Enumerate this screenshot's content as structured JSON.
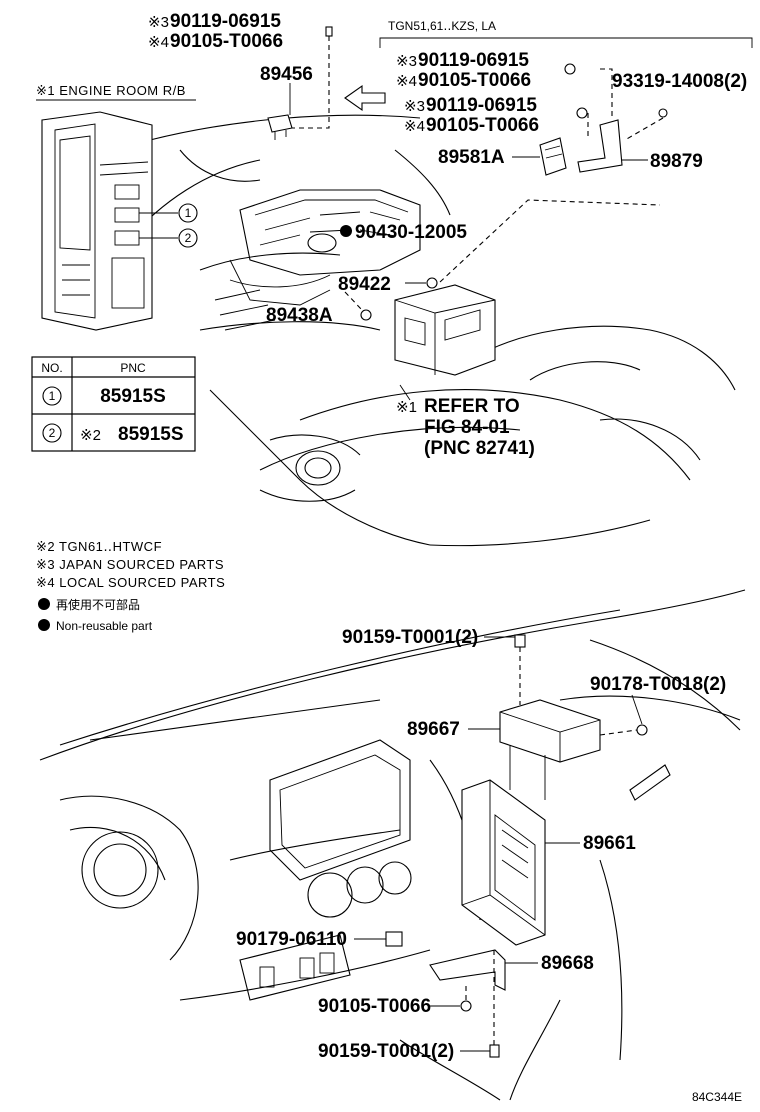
{
  "variant_header": "TGN51,61‥KZS, LA",
  "engine_room_label": "※1 ENGINE ROOM R/B",
  "callouts": [
    {
      "id": "c1",
      "code": "※3",
      "part": "90119-06915"
    },
    {
      "id": "c2",
      "code": "※4",
      "part": "90105-T0066"
    },
    {
      "id": "c3",
      "part": "89456"
    },
    {
      "id": "c4",
      "code": "※3",
      "part": "90119-06915"
    },
    {
      "id": "c5",
      "code": "※4",
      "part": "90105-T0066"
    },
    {
      "id": "c6",
      "part": "93319-14008(2)"
    },
    {
      "id": "c7",
      "code": "※3",
      "part": "90119-06915"
    },
    {
      "id": "c8",
      "code": "※4",
      "part": "90105-T0066"
    },
    {
      "id": "c9",
      "part": "89581A"
    },
    {
      "id": "c10",
      "part": "89879"
    },
    {
      "id": "c11",
      "part": "90430-12005"
    },
    {
      "id": "c12",
      "part": "89422"
    },
    {
      "id": "c13",
      "part": "89438A"
    },
    {
      "id": "c14",
      "part": "90159-T0001(2)"
    },
    {
      "id": "c15",
      "part": "90178-T0018(2)"
    },
    {
      "id": "c16",
      "part": "89667"
    },
    {
      "id": "c17",
      "part": "89661"
    },
    {
      "id": "c18",
      "part": "90179-06110"
    },
    {
      "id": "c19",
      "part": "89668"
    },
    {
      "id": "c20",
      "part": "90105-T0066"
    },
    {
      "id": "c21",
      "part": "90159-T0001(2)"
    }
  ],
  "refer_note": {
    "code": "※1",
    "line1": "REFER TO",
    "line2": "FIG 84-01",
    "line3": "(PNC 82741)"
  },
  "table": {
    "headers": [
      "NO.",
      "PNC"
    ],
    "rows": [
      {
        "no": "1",
        "code": "",
        "pnc": "85915S"
      },
      {
        "no": "2",
        "code": "※2",
        "pnc": "85915S"
      }
    ]
  },
  "fuse_markers": [
    "1",
    "2"
  ],
  "notes": [
    "※2 TGN61‥HTWCF",
    "※3 JAPAN SOURCED PARTS",
    "※4 LOCAL SOURCED PARTS"
  ],
  "legend": [
    {
      "symbol": "filled-circle",
      "text": "再使用不可部品"
    },
    {
      "symbol": "filled-circle",
      "text": "Non-reusable part"
    }
  ],
  "figure_code": "84C344E"
}
